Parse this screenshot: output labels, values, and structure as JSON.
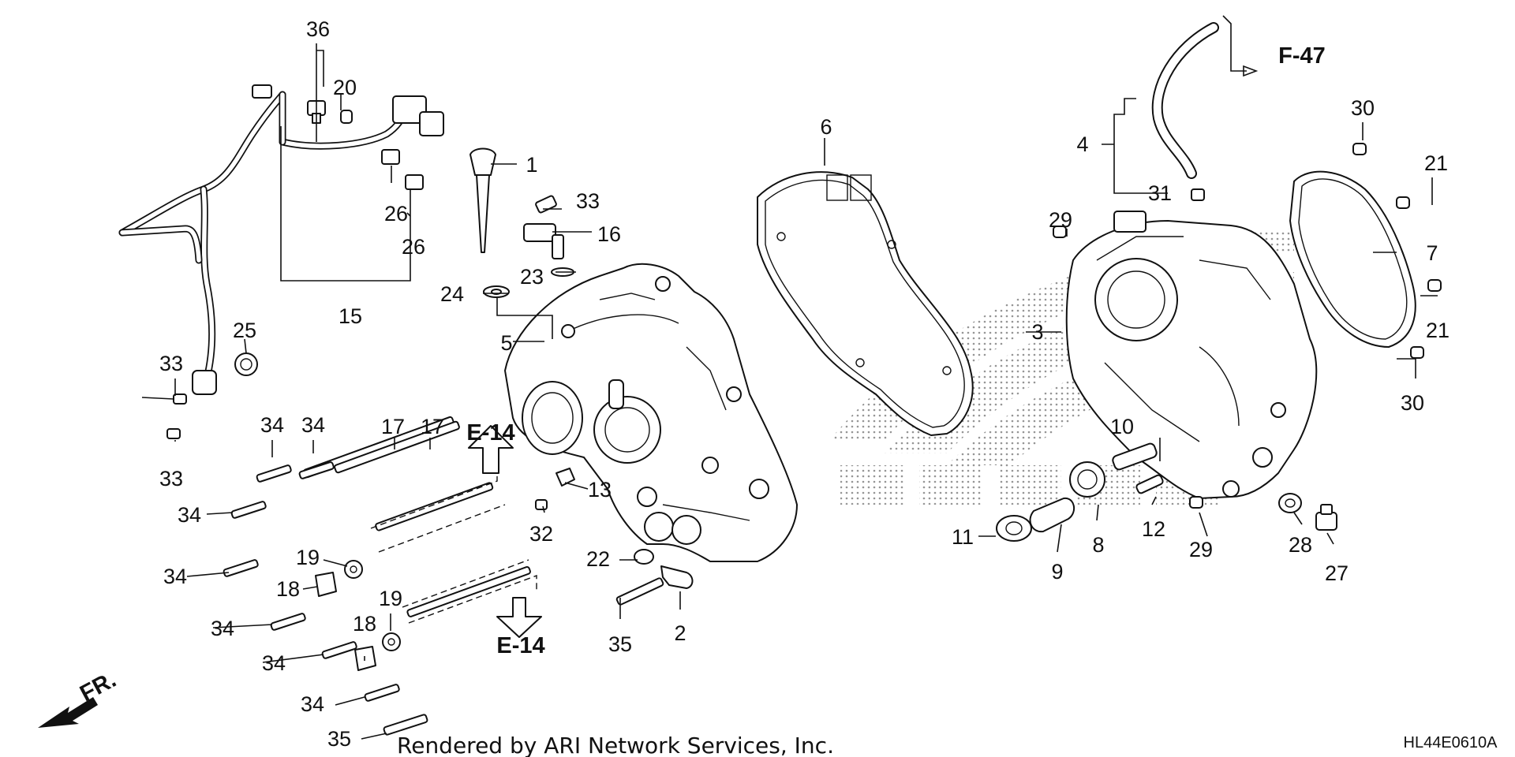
{
  "callouts": {
    "c1": "1",
    "c2": "2",
    "c3": "3",
    "c4": "4",
    "c5": "5",
    "c6": "6",
    "c7": "7",
    "c8": "8",
    "c9": "9",
    "c10": "10",
    "c11": "11",
    "c12": "12",
    "c13": "13",
    "c15": "15",
    "c16": "16",
    "c17a": "17",
    "c17b": "17",
    "c18a": "18",
    "c18b": "18",
    "c19a": "19",
    "c19b": "19",
    "c20": "20",
    "c21a": "21",
    "c21b": "21",
    "c22": "22",
    "c23": "23",
    "c24": "24",
    "c25": "25",
    "c26a": "26",
    "c26b": "26",
    "c27": "27",
    "c28": "28",
    "c29a": "29",
    "c29b": "29",
    "c30a": "30",
    "c30b": "30",
    "c31": "31",
    "c32": "32",
    "c33a": "33",
    "c33b": "33",
    "c33c": "33",
    "c34a": "34",
    "c34b": "34",
    "c34c": "34",
    "c34d": "34",
    "c34e": "34",
    "c34f": "34",
    "c34g": "34",
    "c35a": "35",
    "c35b": "35",
    "c36": "36"
  },
  "references": {
    "e14_top": "E-14",
    "e14_bottom": "E-14",
    "f47": "F-47"
  },
  "front_marker": "FR.",
  "footer": {
    "rendered_by": "Rendered by ARI Network Services, Inc.",
    "diagram_code": "HL44E0610A"
  },
  "watermark_text": "HONDA"
}
